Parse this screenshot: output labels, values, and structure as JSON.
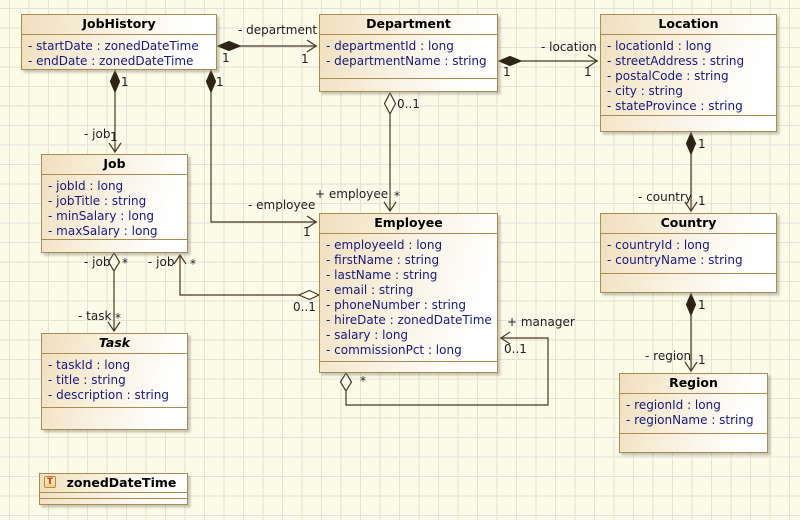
{
  "diagram_type": "uml-class-diagram",
  "colors": {
    "canvas_bg": "#fbfbe8",
    "grid_line": "#e2e2d8",
    "box_fill_left": "#f0dfbd",
    "box_fill_right": "#ffffff",
    "box_border": "#ab8b52",
    "attribute_text": "#19197d",
    "connector_line": "#473821",
    "datatype_badge_text": "#cc3a1c"
  },
  "classes": [
    {
      "name": "JobHistory",
      "attributes": [
        "- startDate : zonedDateTime",
        "- endDate : zonedDateTime"
      ]
    },
    {
      "name": "Department",
      "attributes": [
        "- departmentId : long",
        "- departmentName : string"
      ]
    },
    {
      "name": "Location",
      "attributes": [
        "- locationId : long",
        "- streetAddress : string",
        "- postalCode : string",
        "- city : string",
        "- stateProvince : string"
      ]
    },
    {
      "name": "Job",
      "attributes": [
        "- jobId : long",
        "- jobTitle : string",
        "- minSalary : long",
        "- maxSalary : long"
      ]
    },
    {
      "name": "Employee",
      "attributes": [
        "- employeeId : long",
        "- firstName : string",
        "- lastName : string",
        "- email : string",
        "- phoneNumber : string",
        "- hireDate : zonedDateTime",
        "- salary : long",
        "- commissionPct : long"
      ]
    },
    {
      "name": "Task",
      "attributes": [
        "- taskId : long",
        "- title : string",
        "- description : string"
      ]
    },
    {
      "name": "Country",
      "attributes": [
        "- countryId : long",
        "- countryName : string"
      ]
    },
    {
      "name": "Region",
      "attributes": [
        "- regionId : long",
        "- regionName : string"
      ]
    }
  ],
  "datatype": {
    "badge": "T",
    "name": "zonedDateTime"
  },
  "connectors": {
    "jobhistory_department": {
      "role": "- department",
      "source_mult": "1",
      "target_mult": "1"
    },
    "department_location": {
      "role": "- location",
      "source_mult": "1",
      "target_mult": "1"
    },
    "jobhistory_job": {
      "role": "- job",
      "source_mult": "1",
      "target_mult": "1"
    },
    "jobhistory_employee": {
      "role": "- employee",
      "source_mult": "1",
      "target_mult": "1"
    },
    "department_employee": {
      "role": "+ employee",
      "source_mult": "0..1",
      "target_mult": "*"
    },
    "job_task": {
      "source_role": "- job",
      "source_mult": "*",
      "target_role": "- task",
      "target_mult": "*"
    },
    "employee_job": {
      "role": "- job",
      "source_mult": "0..1",
      "target_mult": "*"
    },
    "employee_manager": {
      "role": "+ manager",
      "source_mult": "*",
      "target_mult": "0..1"
    },
    "location_country": {
      "role": "- country",
      "source_mult": "1",
      "target_mult": "1"
    },
    "country_region": {
      "role": "- region",
      "source_mult": "1",
      "target_mult": "1"
    }
  }
}
